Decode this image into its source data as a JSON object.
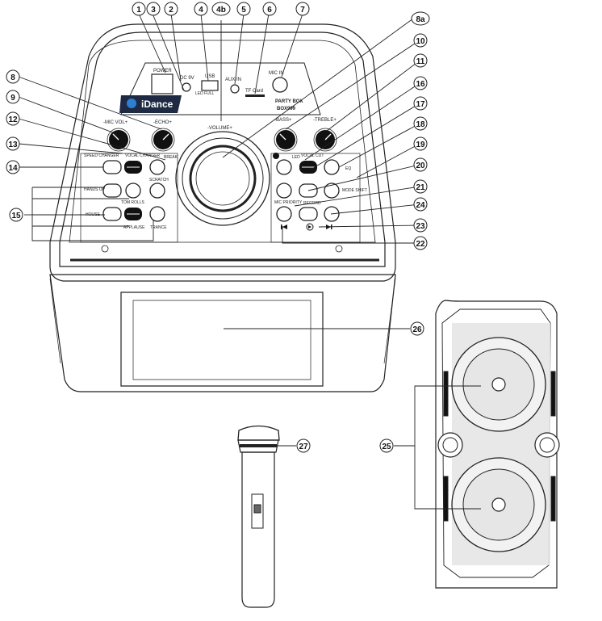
{
  "panel": {
    "power": "POWER",
    "dc": "DC 9V",
    "led_full": "LED FULL",
    "usb": "USB",
    "aux_in": "AUX IN",
    "tf_card": "TF Card",
    "mic_in": "MIC IN",
    "brand": "iDance",
    "model_top": "PARTY BOX",
    "model_bottom": "BOX999",
    "knob_mic": "-MIC VOL+",
    "knob_echo": "-ECHO+",
    "knob_volume": "-VOLUME+",
    "knob_bass": "-BASS+",
    "knob_treble": "-TREBLE+"
  },
  "buttons": {
    "speed_changer": "SPEED CHANGER",
    "vocal_changer": "VOCAL CHANGER",
    "break": "BREAK",
    "hands_up": "HANDS UP",
    "tom_rolls": "TOM ROLLS",
    "scratch": "SCRATCH",
    "house": "HOUSE",
    "applause": "APPLAUSE",
    "trance": "TRANCE",
    "led": "LED",
    "vocal_cut": "VOCAL CUT",
    "eq": "EQ",
    "mode_shift": "MODE SHIFT",
    "mic_priority": "MIC PRIORITY",
    "record": "RECORD"
  },
  "callouts": [
    "1",
    "2",
    "3",
    "4",
    "4b",
    "5",
    "6",
    "7",
    "8a",
    "8",
    "9",
    "10",
    "11",
    "12",
    "13",
    "14",
    "15",
    "16",
    "17",
    "18",
    "19",
    "20",
    "21",
    "22",
    "23",
    "24",
    "25",
    "26",
    "27"
  ],
  "icons": [
    "play-pause-icon",
    "previous-icon",
    "next-icon",
    "led-icon",
    "mic-icon"
  ]
}
